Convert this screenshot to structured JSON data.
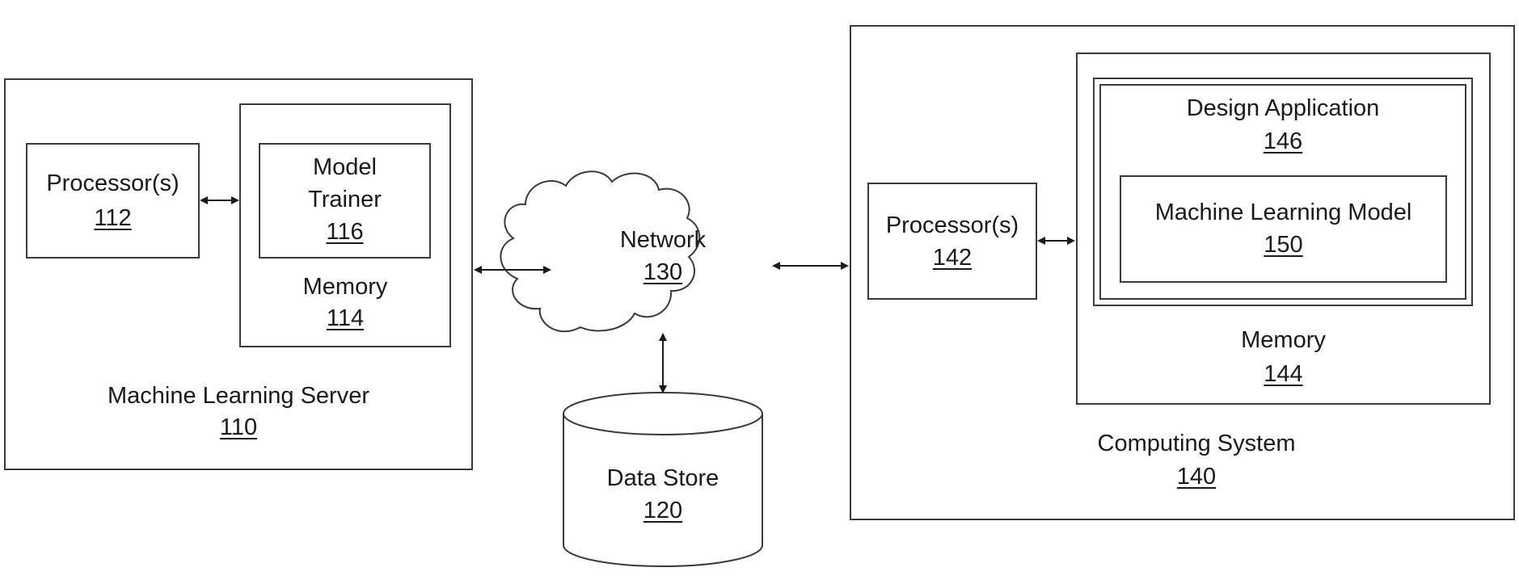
{
  "ml_server": {
    "title": "Machine Learning Server",
    "ref": "110"
  },
  "processor1": {
    "title": "Processor(s)",
    "ref": "112"
  },
  "memory1": {
    "title": "Memory",
    "ref": "114"
  },
  "model_trainer": {
    "title_line1": "Model",
    "title_line2": "Trainer",
    "ref": "116"
  },
  "network": {
    "title": "Network",
    "ref": "130"
  },
  "data_store": {
    "title": "Data Store",
    "ref": "120"
  },
  "computing_system": {
    "title": "Computing System",
    "ref": "140"
  },
  "processor2": {
    "title": "Processor(s)",
    "ref": "142"
  },
  "memory2": {
    "title": "Memory",
    "ref": "144"
  },
  "design_app": {
    "title": "Design Application",
    "ref": "146"
  },
  "ml_model": {
    "title": "Machine Learning Model",
    "ref": "150"
  }
}
